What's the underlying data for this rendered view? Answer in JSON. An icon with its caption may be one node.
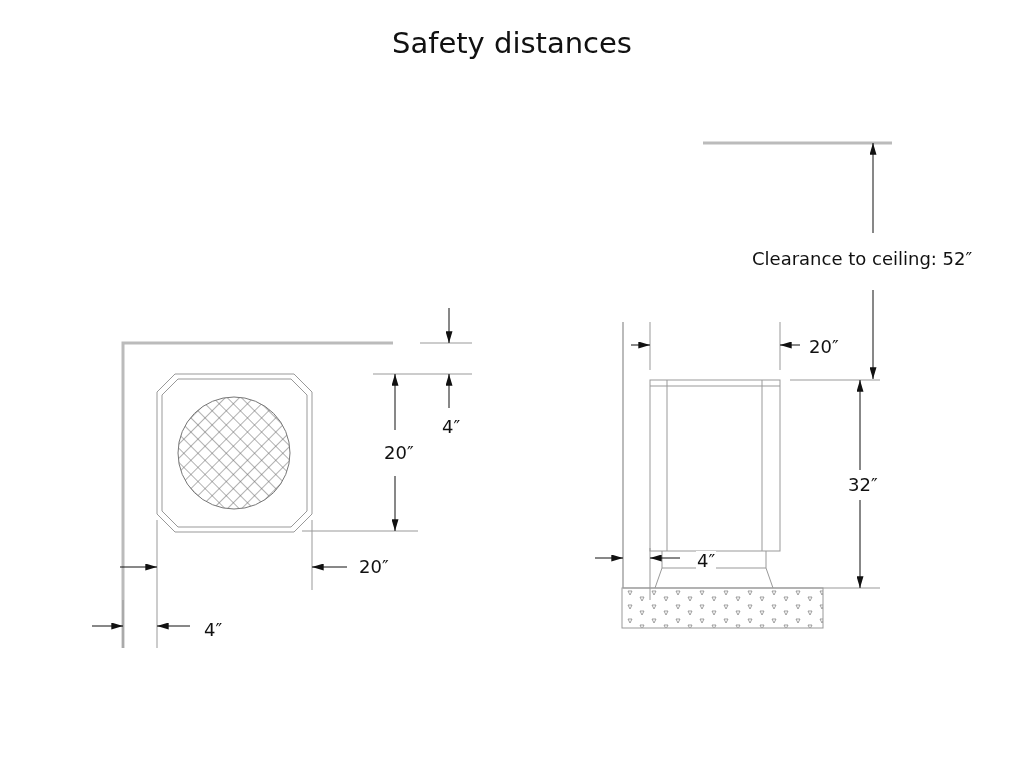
{
  "diagram": {
    "title": "Safety distances",
    "labels": [
      "Clearance to ceiling: 52″",
      "20″",
      "4″",
      "20″",
      "32″",
      "4″",
      "20″",
      "4″"
    ]
  }
}
